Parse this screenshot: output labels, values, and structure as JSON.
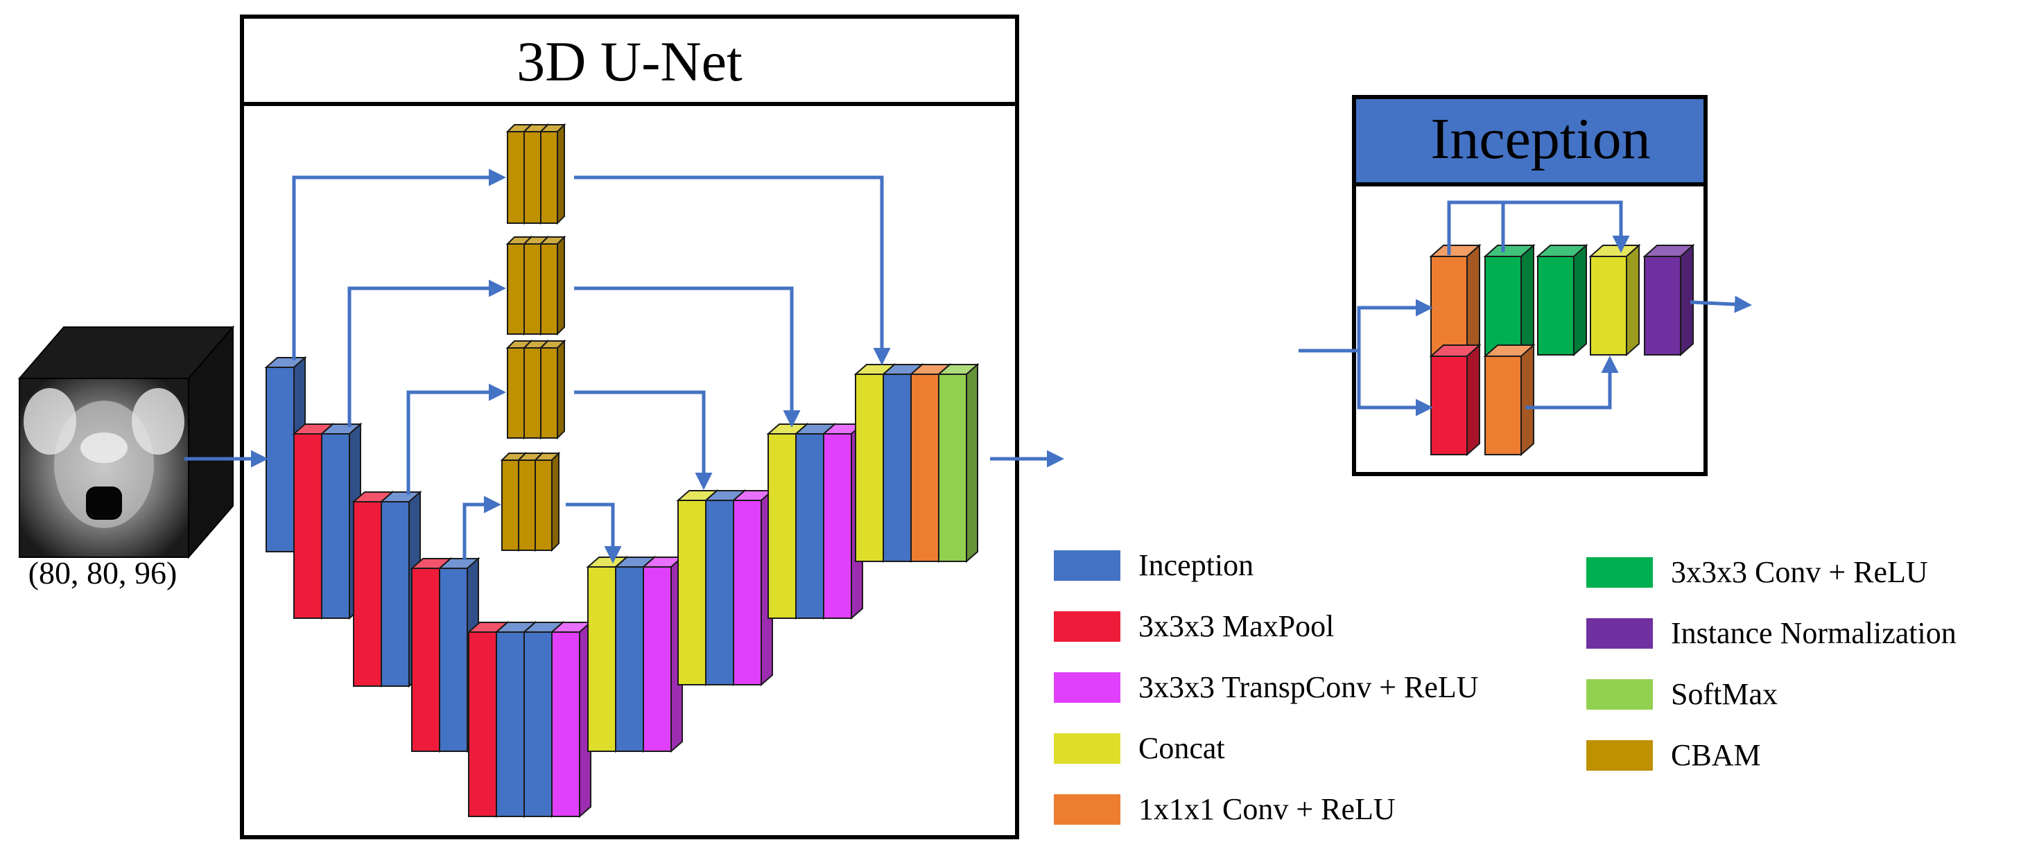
{
  "unet": {
    "title": "3D U-Net"
  },
  "inception": {
    "title": "Inception"
  },
  "input": {
    "shape_label": "(80, 80, 96)"
  },
  "legend": {
    "left": [
      {
        "label": "Inception",
        "color": "#4472C4"
      },
      {
        "label": "3x3x3 MaxPool",
        "color": "#EE1C3A"
      },
      {
        "label": "3x3x3 TranspConv + ReLU",
        "color": "#E040FB"
      },
      {
        "label": "Concat",
        "color": "#DEDE2A"
      },
      {
        "label": "1x1x1 Conv + ReLU",
        "color": "#ED7D31"
      }
    ],
    "right": [
      {
        "label": "3x3x3 Conv + ReLU",
        "color": "#00B050"
      },
      {
        "label": "Instance Normalization",
        "color": "#7030A0"
      },
      {
        "label": "SoftMax",
        "color": "#92D050"
      },
      {
        "label": "CBAM",
        "color": "#BF9000"
      }
    ]
  },
  "colors": {
    "arrow": "#4472C4",
    "frame": "#000000",
    "inception_header": "#4472C4",
    "input_cube_face": "#1a1a1a"
  }
}
